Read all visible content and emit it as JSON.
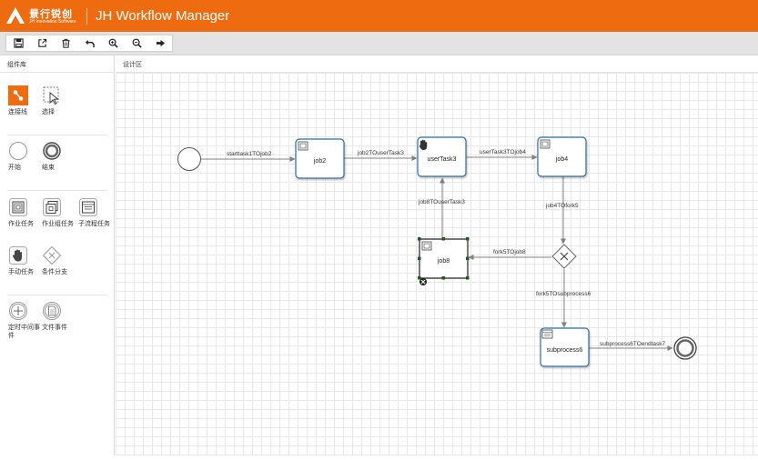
{
  "header": {
    "logo_cn": "景行锐创",
    "logo_en": "JH Innovation Software",
    "title": "JH Workflow Manager"
  },
  "toolbar": {
    "buttons": [
      "save-icon",
      "export-icon",
      "delete-icon",
      "undo-icon",
      "zoom-in-icon",
      "zoom-out-icon",
      "exit-icon"
    ]
  },
  "panel": {
    "title": "组件库",
    "tools": {
      "connect": "连接线",
      "select": "选择",
      "start": "开始",
      "end": "结束",
      "job": "作业任务",
      "jobgroup": "作业组任务",
      "subprocess": "子流程任务",
      "manual": "手动任务",
      "condition": "条件分支",
      "timer": "定时中间事件",
      "file": "文件事件"
    }
  },
  "design": {
    "title": "设计区"
  },
  "nodes": {
    "job2": "job2",
    "userTask3": "userTask3",
    "job4": "job4",
    "job8": "job8",
    "subprocess6": "subprocess6"
  },
  "edges": {
    "e1": "starttask1TOjob2",
    "e2": "job2TOuserTask3",
    "e3": "userTask3TOjob4",
    "e4": "job4TOfork5",
    "e5": "fork5TOjob8",
    "e6": "job8TOuserTask3",
    "e7": "fork5TOsubprocess6",
    "e8": "subprocess6TOendtask7"
  }
}
